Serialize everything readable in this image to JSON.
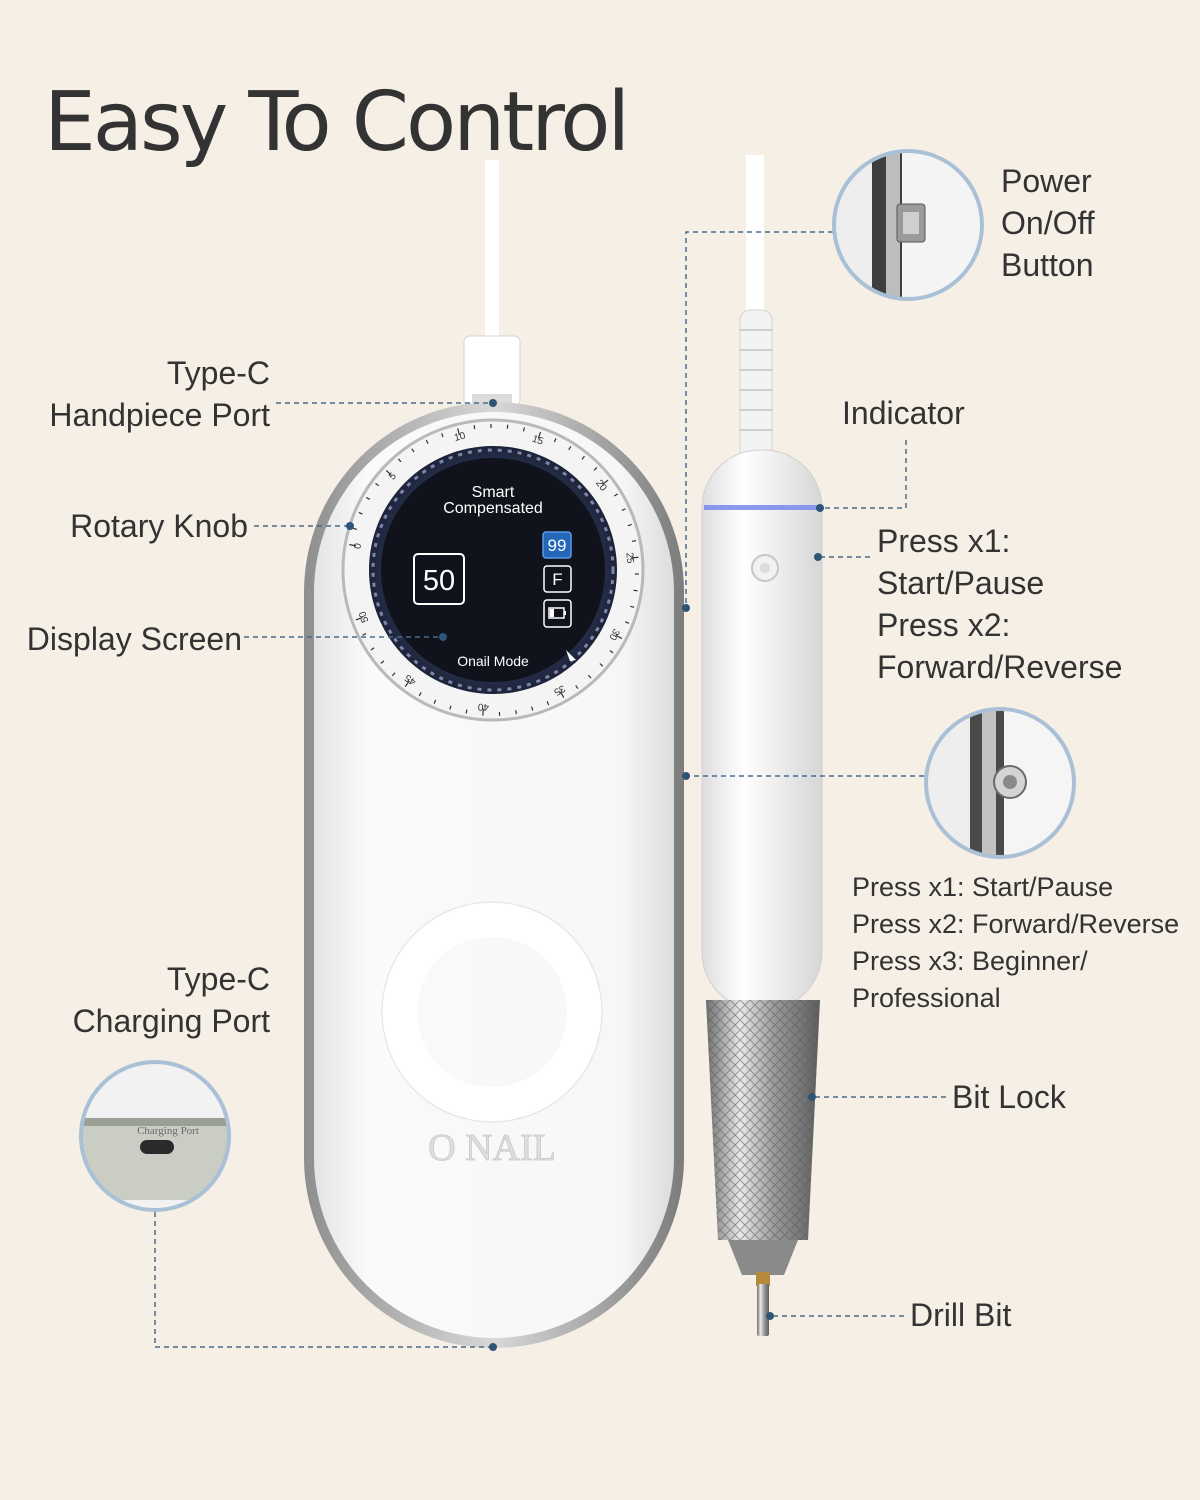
{
  "title": "Easy To Control",
  "labels": {
    "handpiece_port": [
      "Type-C",
      "Handpiece Port"
    ],
    "rotary_knob": "Rotary Knob",
    "display_screen": "Display Screen",
    "charging_port": [
      "Type-C",
      "Charging Port"
    ],
    "power_button": [
      "Power",
      "On/Off",
      "Button"
    ],
    "indicator": "Indicator",
    "handpiece_button": [
      "Press x1:",
      "Start/Pause",
      "Press x2:",
      "Forward/Reverse"
    ],
    "side_button": [
      "Press x1: Start/Pause",
      "Press x2: Forward/Reverse",
      "Press x3: Beginner/",
      "Professional"
    ],
    "bit_lock": "Bit Lock",
    "drill_bit": "Drill Bit"
  },
  "screen": {
    "header": [
      "Smart",
      "Compensated"
    ],
    "speed": "50",
    "percent": "99",
    "direction": "F",
    "mode": "Onail Mode"
  },
  "dial_ticks": [
    "0",
    "5",
    "10",
    "15",
    "20",
    "25",
    "30",
    "35",
    "40",
    "45",
    "50"
  ],
  "brand": "O NAIL",
  "charging_port_text": "Charging Port",
  "colors": {
    "background": "#f6efe5",
    "text": "#333333",
    "leader_line": "#4a6a8a",
    "callout_ring": "#a9c0d6",
    "screen": "#10131c",
    "indicator_light": "#7d8ff0"
  }
}
